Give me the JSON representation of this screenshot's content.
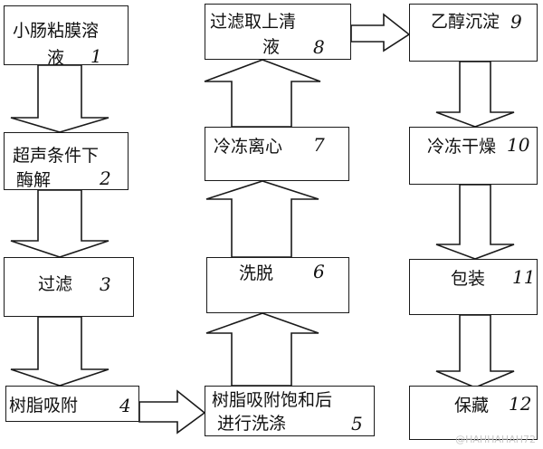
{
  "steps": [
    {
      "id": "s1",
      "lines": [
        "小肠粘膜溶",
        "液"
      ],
      "num": "1"
    },
    {
      "id": "s2",
      "lines": [
        "超声条件下",
        "酶解"
      ],
      "num": "2"
    },
    {
      "id": "s3",
      "lines": [
        "过滤"
      ],
      "num": "3"
    },
    {
      "id": "s4",
      "lines": [
        "树脂吸附"
      ],
      "num": "4"
    },
    {
      "id": "s5",
      "lines": [
        "树脂吸附饱和后",
        "进行洗涤"
      ],
      "num": "5"
    },
    {
      "id": "s6",
      "lines": [
        "洗脱"
      ],
      "num": "6"
    },
    {
      "id": "s7",
      "lines": [
        "冷冻离心"
      ],
      "num": "7"
    },
    {
      "id": "s8",
      "lines": [
        "过滤取上清",
        "液"
      ],
      "num": "8"
    },
    {
      "id": "s9",
      "lines": [
        "乙醇沉淀"
      ],
      "num": "9"
    },
    {
      "id": "s10",
      "lines": [
        "冷冻干燥"
      ],
      "num": "10"
    },
    {
      "id": "s11",
      "lines": [
        "包装"
      ],
      "num": "11"
    },
    {
      "id": "s12",
      "lines": [
        "保藏"
      ],
      "num": "12"
    }
  ],
  "watermark": "@HAHHAHAH72",
  "colors": {
    "stroke": "#1a1a1a",
    "background": "#ffffff",
    "watermark": "#c9c9c9"
  }
}
